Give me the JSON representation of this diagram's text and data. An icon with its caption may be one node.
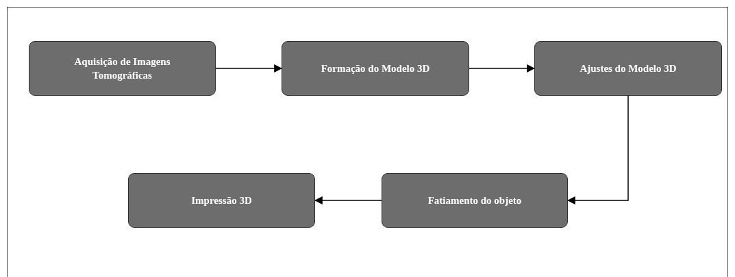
{
  "diagram": {
    "nodes": [
      {
        "text": [
          "Aquisição de Imagens Tomográficas"
        ]
      },
      {
        "text": [
          "Formação do Modelo 3D"
        ]
      },
      {
        "text": [
          "Ajustes do Modelo 3D"
        ]
      },
      {
        "text": [
          "Fatiamento do objeto"
        ]
      },
      {
        "text": [
          "Impressão 3D"
        ]
      }
    ],
    "edges": [
      {
        "from": 0,
        "to": 1,
        "arrow": "to"
      },
      {
        "from": 1,
        "to": 2,
        "arrow": "to"
      },
      {
        "from": 2,
        "to": 3,
        "arrow": "to"
      },
      {
        "from": 3,
        "to": 4,
        "arrow": "to"
      }
    ]
  }
}
